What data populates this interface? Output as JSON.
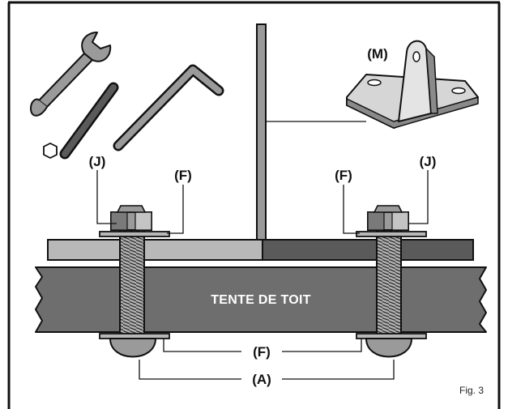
{
  "main_label": "TENTE DE TOIT",
  "figure_label": "Fig. 3",
  "labels": {
    "washer_top_left": "(F)",
    "nut_left": "(J)",
    "washer_top_right": "(F)",
    "nut_right": "(J)",
    "washer_bottom": "(F)",
    "bolt": "(A)",
    "bracket": "(M)"
  },
  "colors": {
    "outline": "#111111",
    "tent_body": "#6e6e6e",
    "plate_left": "#b8b8b8",
    "plate_right": "#5a5a5a",
    "metal": "#9a9a9a",
    "tool_dark": "#555555",
    "bracket_face": "#d6d6d6"
  },
  "icons": [
    "wrench-icon",
    "drill-bit-icon",
    "hex-nut-icon",
    "hex-key-icon"
  ]
}
